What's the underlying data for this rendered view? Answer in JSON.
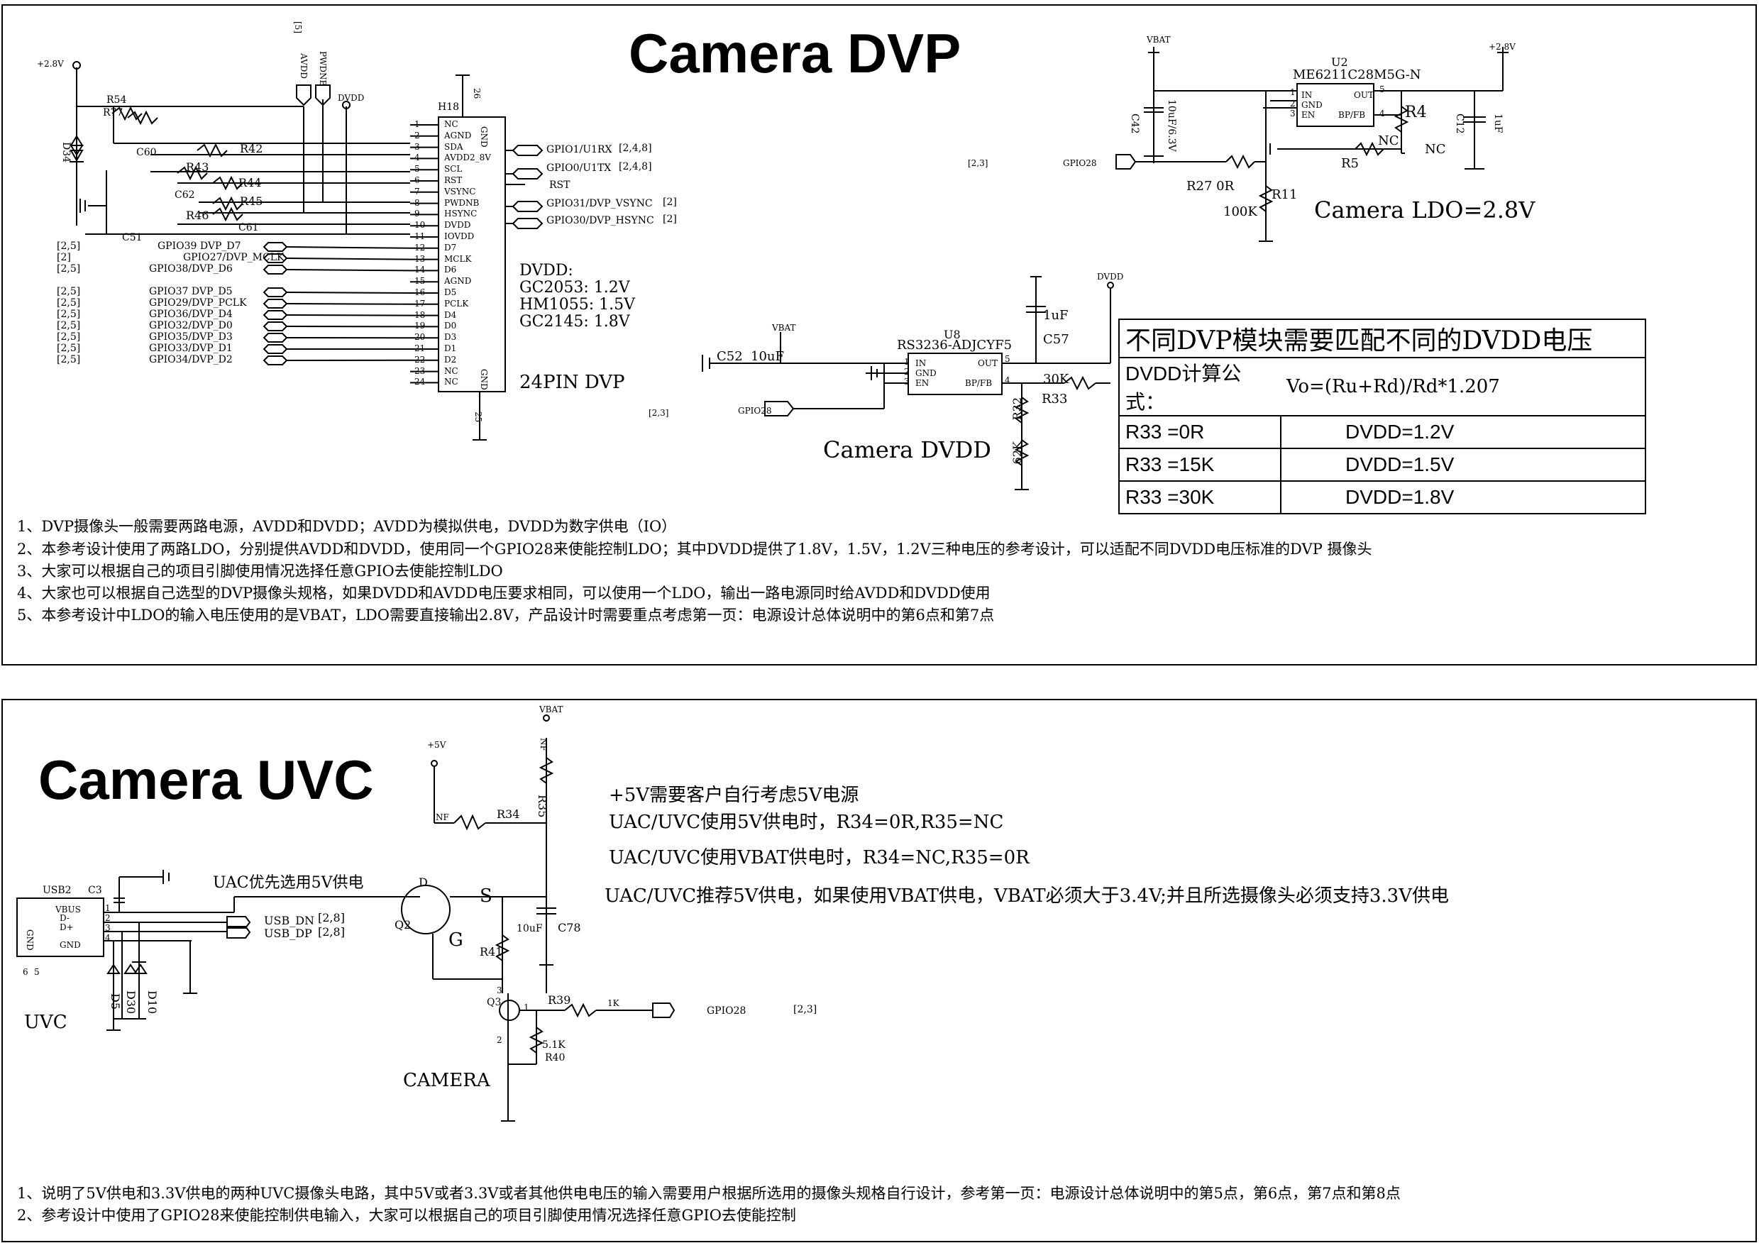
{
  "dvp": {
    "title": "Camera  DVP",
    "connector": {
      "ref": "H18",
      "pin26": "26",
      "pin25": "25",
      "name": "24PIN DVP",
      "pins": [
        "NC",
        "AGND",
        "SDA",
        "AVDD2_8V",
        "SCL",
        "RST",
        "VSYNC",
        "PWDNB",
        "HSYNC",
        "DVDD",
        "IOVDD",
        "D7",
        "MCLK",
        "D6",
        "AGND",
        "D5",
        "PCLK",
        "D4",
        "D0",
        "D3",
        "D1",
        "D2",
        "NC",
        "NC"
      ],
      "pin_numbers": [
        "1",
        "2",
        "3",
        "4",
        "5",
        "6",
        "7",
        "8",
        "9",
        "10",
        "11",
        "12",
        "13",
        "14",
        "15",
        "16",
        "17",
        "18",
        "19",
        "20",
        "21",
        "22",
        "23",
        "24"
      ],
      "gnd_labels": [
        "GND",
        "GND"
      ]
    },
    "left_labels": {
      "v28": "+2.8V",
      "avdd": "AVDD",
      "pwdnb": "PWDNB",
      "dvdd": "DVDD",
      "ref5": "[5]",
      "r54": "R54",
      "r77": "R77",
      "d34": "D34",
      "c60": "C60",
      "r42": "R42",
      "r43": "R43",
      "r44": "R44",
      "c62": "C62",
      "r45": "R45",
      "r46": "R46",
      "c61": "C61",
      "c51": "C51"
    },
    "gpio_left": [
      {
        "ref": "[2,5]",
        "sig": "GPIO39 DVP_D7"
      },
      {
        "ref": "[2]",
        "sig": "GPIO27/DVP_MCLK"
      },
      {
        "ref": "[2,5]",
        "sig": "GPIO38/DVP_D6"
      },
      {
        "ref": "[2,5]",
        "sig": "GPIO37 DVP_D5"
      },
      {
        "ref": "[2,5]",
        "sig": "GPIO29/DVP_PCLK"
      },
      {
        "ref": "[2,5]",
        "sig": "GPIO36/DVP_D4"
      },
      {
        "ref": "[2,5]",
        "sig": "GPIO32/DVP_D0"
      },
      {
        "ref": "[2,5]",
        "sig": "GPIO35/DVP_D3"
      },
      {
        "ref": "[2,5]",
        "sig": "GPIO33/DVP_D1"
      },
      {
        "ref": "[2,5]",
        "sig": "GPIO34/DVP_D2"
      }
    ],
    "gpio_right": [
      {
        "sig": "GPIO1/U1RX",
        "ref": "[2,4,8]"
      },
      {
        "sig": "GPIO0/U1TX",
        "ref": "[2,4,8]"
      },
      {
        "sig": "RST",
        "ref": ""
      },
      {
        "sig": "GPIO31/DVP_VSYNC",
        "ref": "[2]"
      },
      {
        "sig": "GPIO30/DVP_HSYNC",
        "ref": "[2]"
      }
    ],
    "dvdd_spec": [
      "DVDD:",
      "GC2053: 1.2V",
      "HM1055: 1.5V",
      "GC2145: 1.8V"
    ],
    "ldo": {
      "vbat": "VBAT",
      "v28": "+2.8V",
      "u2": "U2",
      "part": "ME6211C28M5G-N",
      "pins": [
        "IN",
        "GND",
        "EN",
        "OUT",
        "BP/FB"
      ],
      "pin_nums": [
        "1",
        "2",
        "3",
        "5",
        "4"
      ],
      "c42": "C42",
      "c42v": "10uF/6.3V",
      "r4": "R4",
      "nc1": "NC",
      "nc2": "NC",
      "r5": "R5",
      "c12": "C12",
      "c12v": "1uF",
      "gpio28": "GPIO28",
      "ref23": "[2,3]",
      "r27": "R27  0R",
      "r11": "R11",
      "r11v": "100K",
      "caption": "Camera LDO=2.8V"
    },
    "dvdd_ldo": {
      "vbat": "VBAT",
      "u8": "U8",
      "part": "RS3236-ADJCYF5",
      "c52": "C52",
      "c52v": "10uF",
      "pins": [
        "IN",
        "GND",
        "EN",
        "OUT",
        "BP/FB"
      ],
      "pin_nums": [
        "1",
        "2",
        "3",
        "5",
        "4"
      ],
      "c57": "C57",
      "c57v": "1uF",
      "dvdd": "DVDD",
      "r33": "R33",
      "r33v": "30K",
      "r32": "R32",
      "r32v": "62K",
      "gpio28": "GPIO28",
      "ref23": "[2,3]",
      "caption": "Camera DVDD"
    },
    "table": {
      "header": "不同DVP模块需要匹配不同的DVDD电压",
      "formula_label": "DVDD计算公式：",
      "formula": "Vo=(Ru+Rd)/Rd*1.207",
      "rows": [
        {
          "r": "R33 =0R",
          "v": "DVDD=1.2V"
        },
        {
          "r": "R33 =15K",
          "v": "DVDD=1.5V"
        },
        {
          "r": "R33 =30K",
          "v": "DVDD=1.8V"
        }
      ]
    },
    "notes": [
      "1、DVP摄像头一般需要两路电源，AVDD和DVDD；AVDD为模拟供电，DVDD为数字供电（IO）",
      "2、本参考设计使用了两路LDO，分别提供AVDD和DVDD，使用同一个GPIO28来使能控制LDO；其中DVDD提供了1.8V，1.5V，1.2V三种电压的参考设计，可以适配不同DVDD电压标准的DVP 摄像头",
      "3、大家可以根据自己的项目引脚使用情况选择任意GPIO去使能控制LDO",
      "4、大家也可以根据自己选型的DVP摄像头规格，如果DVDD和AVDD电压要求相同，可以使用一个LDO，输出一路电源同时给AVDD和DVDD使用",
      "5、本参考设计中LDO的输入电压使用的是VBAT，LDO需要直接输出2.8V，产品设计时需要重点考虑第一页：电源设计总体说明中的第6点和第7点"
    ]
  },
  "uvc": {
    "title": "Camera UVC",
    "labels": {
      "vbat": "VBAT",
      "v5": "+5V",
      "nf1": "NF",
      "nf2": "NF",
      "r34": "R34",
      "r35": "R35",
      "usb2": "USB2",
      "c3": "C3",
      "uac": "UAC优先选用5V供电",
      "q2": "Q2",
      "s": "S",
      "g": "G",
      "d": "D",
      "usb_dn": "USB_DN",
      "usb_dp": "USB_DP",
      "ref28a": "[2,8]",
      "ref28b": "[2,8]",
      "pins": [
        "1",
        "2",
        "3",
        "4"
      ],
      "usbpins": [
        "VBUS",
        "D-",
        "D+",
        "GND"
      ],
      "gnd": "GND",
      "p6": "6",
      "p5": "5",
      "d5": "D5",
      "d30": "D30",
      "d10": "D10",
      "uvc": "UVC",
      "c78v": "10uF",
      "c78": "C78",
      "r41": "R41",
      "q3": "Q3",
      "r39": "R39",
      "r39v": "1K",
      "gpio28": "GPIO28",
      "ref23": "[2,3]",
      "r40v": "5.1K",
      "r40": "R40",
      "q3p1": "1",
      "q3p2": "2",
      "q3p3": "3",
      "camera": "CAMERA"
    },
    "desc": [
      "+5V需要客户自行考虑5V电源",
      "UAC/UVC使用5V供电时，R34=0R,R35=NC",
      "UAC/UVC使用VBAT供电时，R34=NC,R35=0R",
      "UAC/UVC推荐5V供电，如果使用VBAT供电，VBAT必须大于3.4V;并且所选摄像头必须支持3.3V供电"
    ],
    "notes": [
      "1、说明了5V供电和3.3V供电的两种UVC摄像头电路，其中5V或者3.3V或者其他供电电压的输入需要用户根据所选用的摄像头规格自行设计，参考第一页：电源设计总体说明中的第5点，第6点，第7点和第8点",
      "2、参考设计中使用了GPIO28来使能控制供电输入，大家可以根据自己的项目引脚使用情况选择任意GPIO去使能控制"
    ]
  }
}
